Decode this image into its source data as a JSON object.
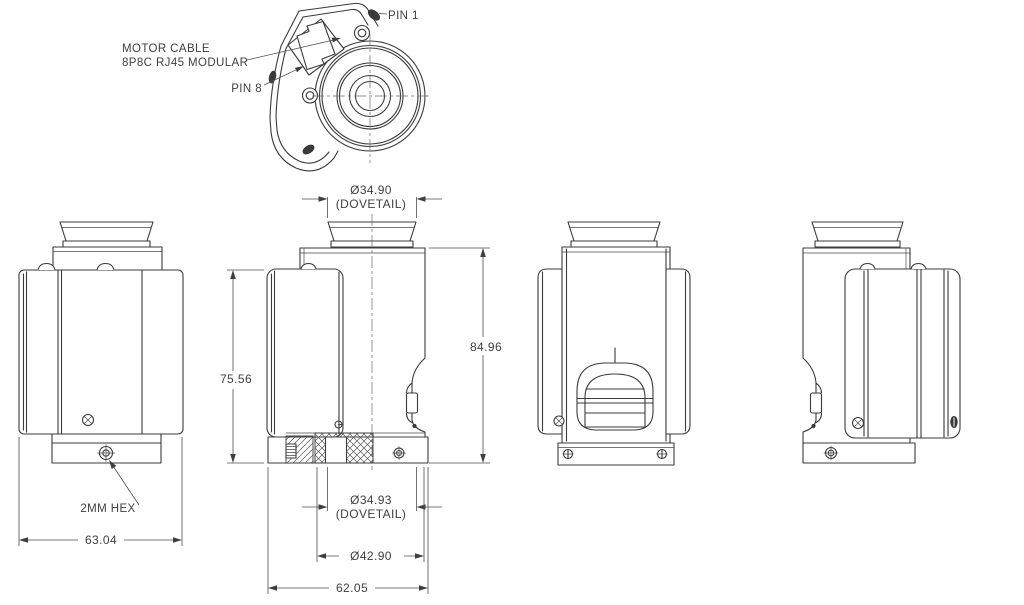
{
  "drawing": {
    "type": "technical-orthographic-drawing",
    "background": "#ffffff",
    "line_color": "#3b3b3b",
    "dimension_color": "#4f4f4f",
    "top_view": {
      "pin1_label": "PIN 1",
      "motor_cable_label_line1": "MOTOR CABLE",
      "motor_cable_label_line2": "8P8C RJ45 MODULAR",
      "pin8_label": "PIN 8"
    },
    "dimensions": {
      "dovetail_top_diameter": "Ø34.90",
      "dovetail_top_note": "(DOVETAIL)",
      "cover_height": "75.56",
      "overall_height": "84.96",
      "dovetail_bottom_diameter": "Ø34.93",
      "dovetail_bottom_note": "(DOVETAIL)",
      "flange_diameter": "Ø42.90",
      "section_view_width": "62.05",
      "side_view_width": "63.04",
      "set_screw_note": "2MM HEX"
    }
  }
}
